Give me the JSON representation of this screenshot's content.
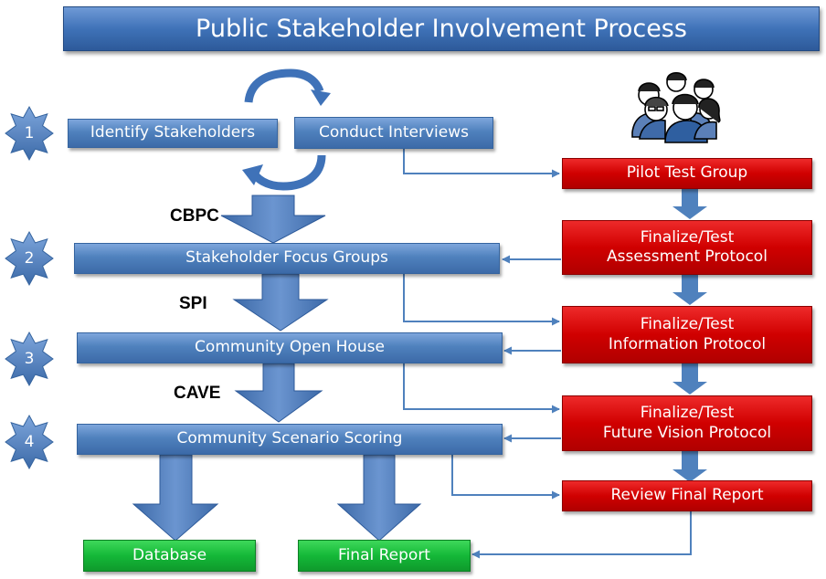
{
  "title": "Public Stakeholder Involvement Process",
  "steps": [
    "1",
    "2",
    "3",
    "4"
  ],
  "transitions": {
    "cbpc": "CBPC",
    "spi": "SPI",
    "cave": "CAVE"
  },
  "blue_boxes": {
    "identify": "Identify Stakeholders",
    "interviews": "Conduct Interviews",
    "focus": "Stakeholder Focus Groups",
    "open_house": "Community Open House",
    "scoring": "Community Scenario  Scoring"
  },
  "red_boxes": {
    "pilot": "Pilot Test Group",
    "assess_1": "Finalize/Test",
    "assess_2": "Assessment Protocol",
    "info_1": "Finalize/Test",
    "info_2": "Information Protocol",
    "future_1": "Finalize/Test",
    "future_2": "Future Vision Protocol",
    "review": "Review Final Report"
  },
  "green_boxes": {
    "database": "Database",
    "final_report": "Final Report"
  },
  "colors": {
    "blue": "#4f81bd",
    "red": "#d00000",
    "green": "#14b838",
    "badge": "#4f81bd"
  },
  "icons": [
    "people-group-icon",
    "cycle-arrows-icon"
  ]
}
